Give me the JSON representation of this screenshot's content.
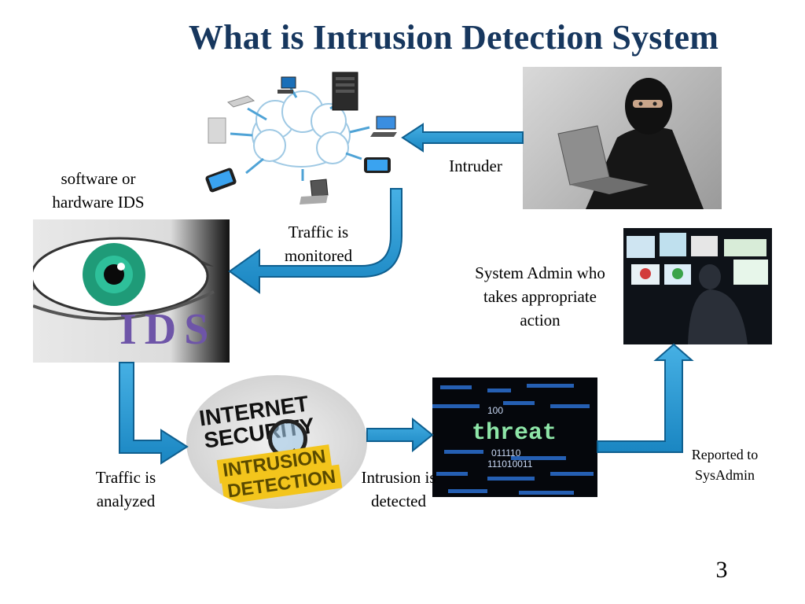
{
  "slide": {
    "title": "What is Intrusion Detection System",
    "page_number": "3"
  },
  "labels": {
    "ids_label_line1": "software or",
    "ids_label_line2": "hardware IDS",
    "intruder": "Intruder",
    "traffic_monitored_line1": "Traffic is",
    "traffic_monitored_line2": "monitored",
    "sysadmin_line1": "System Admin who",
    "sysadmin_line2": "takes appropriate",
    "sysadmin_line3": "action",
    "traffic_analyzed_line1": "Traffic is",
    "traffic_analyzed_line2": "analyzed",
    "intrusion_detected_line1": "Intrusion is",
    "intrusion_detected_line2": "detected",
    "reported_line1": "Reported to",
    "reported_line2": "SysAdmin"
  },
  "images": {
    "ids_eye_text": "IDS",
    "threat_word": "threat",
    "disc_text_1": "INTERNET",
    "disc_text_2": "SECURITY",
    "disc_text_3": "INTRUSION",
    "disc_text_4": "DETECTION"
  },
  "colors": {
    "title": "#17375e",
    "arrow_fill": "#1f8fc8",
    "arrow_stroke": "#0f5f8f"
  }
}
